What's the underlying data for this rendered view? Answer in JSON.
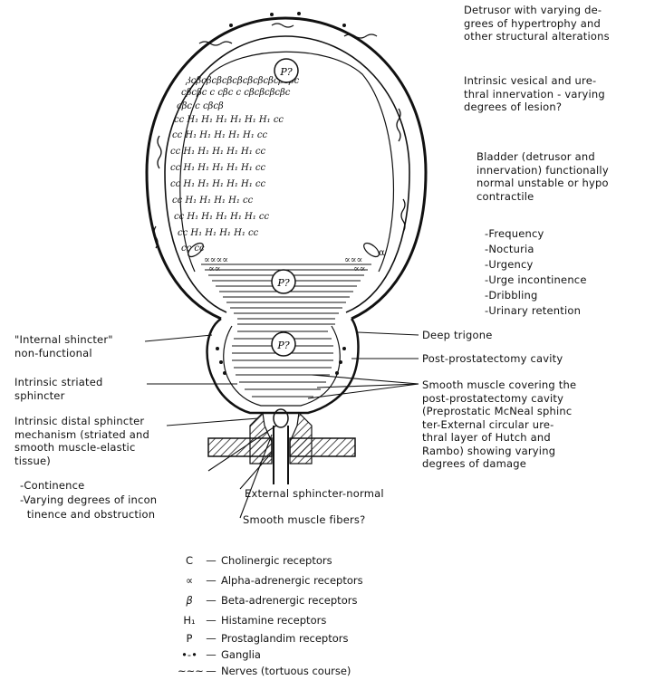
{
  "right_labels": {
    "detrusor": [
      "Detrusor with varying de-",
      "grees of hypertrophy and",
      "other structural alterations"
    ],
    "innervation": [
      "Intrinsic vesical and ure-",
      "thral innervation - varying",
      "degrees of lesion?"
    ],
    "bladder": [
      "Bladder (detrusor and",
      "innervation) functionally",
      "normal unstable or hypo",
      "contractile"
    ],
    "symptoms": [
      "-Frequency",
      "-Nocturia",
      "-Urgency",
      "-Urge incontinence",
      "-Dribbling",
      "-Urinary retention"
    ],
    "deep_trigone": "Deep trigone",
    "cavity": "Post-prostatectomy cavity",
    "smooth_muscle": [
      "Smooth muscle covering the",
      "post-prostatectomy cavity",
      "(Preprostatic McNeal sphinc",
      "ter-External circular ure-",
      "thral layer of Hutch and",
      "Rambo) showing varying",
      "degrees of damage"
    ]
  },
  "left_labels": {
    "internal_sphincter": [
      "\"Internal shincter\"",
      "non-functional"
    ],
    "striated": [
      "Intrinsic striated",
      "sphincter"
    ],
    "distal": [
      "Intrinsic distal sphincter",
      "mechanism (striated and",
      "smooth muscle-elastic",
      "tissue)"
    ],
    "continence": [
      "-Continence",
      "-Varying degrees of incon",
      "  tinence and obstruction"
    ]
  },
  "bottom_labels": {
    "external": "External sphincter-normal",
    "fibers": "Smooth muscle fibers?"
  },
  "diagram_marks": {
    "p_top": "P?",
    "p_mid": "P?",
    "p_low": "P?",
    "alpha": "α"
  },
  "legend": [
    {
      "symbol": "C",
      "text": "Cholinergic receptors",
      "icon": "letter-c"
    },
    {
      "symbol": "∝",
      "text": "Alpha-adrenergic receptors",
      "icon": "alpha-glyph"
    },
    {
      "symbol": "β",
      "text": "Beta-adrenergic receptors",
      "icon": "beta-glyph"
    },
    {
      "symbol": "H₁",
      "text": "Histamine receptors",
      "icon": "h1-glyph"
    },
    {
      "symbol": "P",
      "text": "Prostaglandim receptors",
      "icon": "letter-p"
    },
    {
      "symbol": "•-•",
      "text": "Ganglia",
      "icon": "ganglia-dots"
    },
    {
      "symbol": "~~~",
      "text": "Nerves (tortuous course)",
      "icon": "wavy-nerve"
    }
  ]
}
